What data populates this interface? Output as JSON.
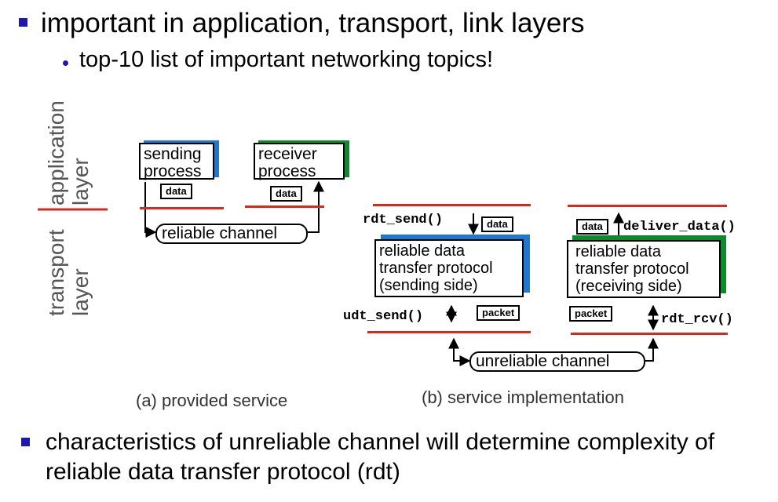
{
  "bullets": {
    "main": "important in application, transport, link layers",
    "sub": "top-10 list of important networking topics!",
    "bottom": "characteristics of unreliable channel will determine complexity of reliable data transfer protocol (rdt)"
  },
  "layers": {
    "application": "application layer",
    "transport": "transport layer"
  },
  "provided": {
    "sending": "sending process",
    "receiver": "receiver process",
    "data_left": "data",
    "data_right": "data",
    "channel": "reliable channel",
    "caption": "(a)  provided service"
  },
  "implementation": {
    "rdt_send": "rdt_send()",
    "data_send": "data",
    "data_recv": "data",
    "deliver": "deliver_data()",
    "sender_box": "reliable data transfer protocol (sending side)",
    "receiver_box": "reliable data transfer protocol (receiving side)",
    "udt_send": "udt_send()",
    "packet_send": "packet",
    "packet_recv": "packet",
    "rdt_rcv": "rdt_rcv()",
    "channel": "unreliable channel",
    "caption": "(b) service implementation"
  },
  "colors": {
    "bullet": "#1a1ab0",
    "layer_line": "#d9281e",
    "sender_accent": "#1e78d0",
    "receiver_accent": "#0e8a2e"
  }
}
